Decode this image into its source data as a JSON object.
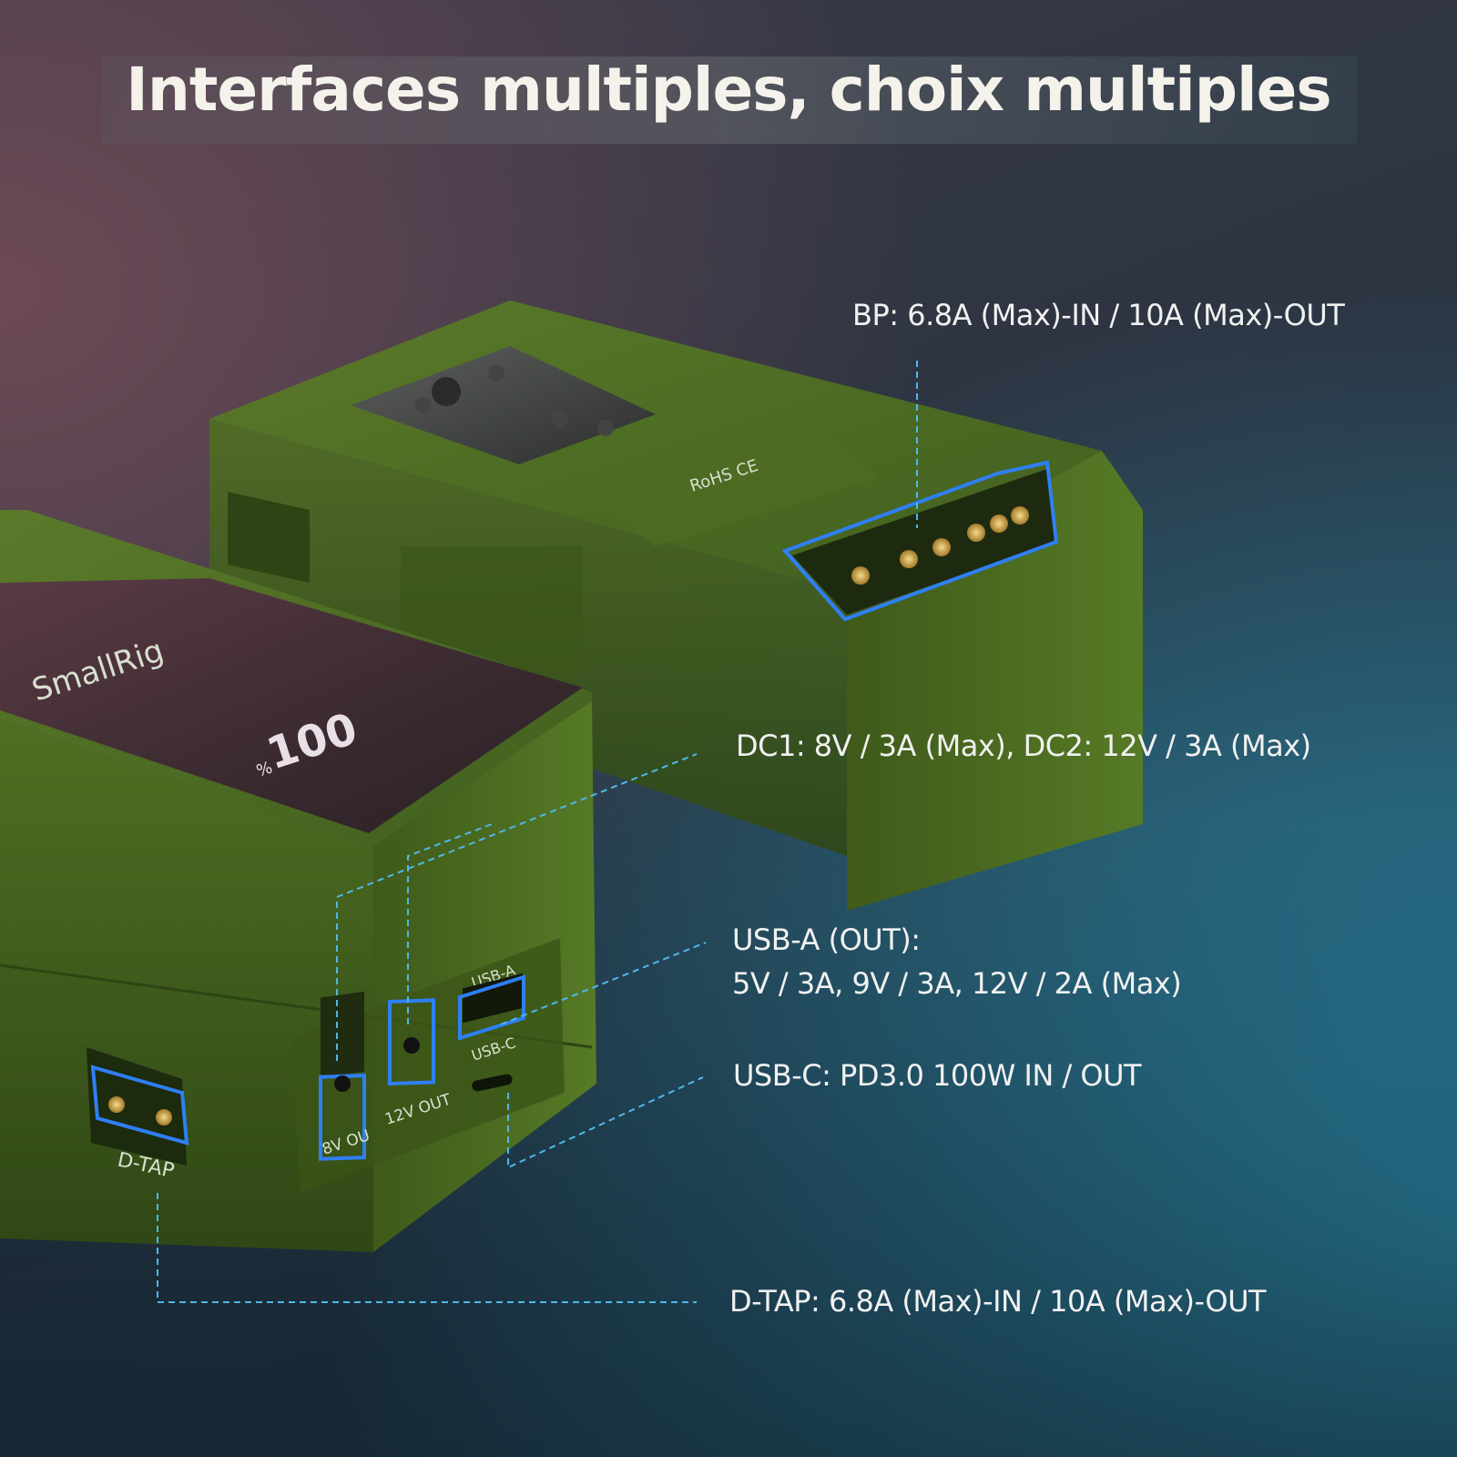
{
  "title": "Interfaces multiples, choix multiples",
  "callouts": {
    "bp": "BP: 6.8A (Max)-IN / 10A (Max)-OUT",
    "dc": "DC1: 8V / 3A (Max), DC2: 12V / 3A (Max)",
    "usba_line1": "USB-A (OUT):",
    "usba_line2": "5V / 3A, 9V / 3A, 12V / 2A (Max)",
    "usbc": "USB-C: PD3.0 100W IN / OUT",
    "dtap": "D-TAP: 6.8A (Max)-IN / 10A (Max)-OUT"
  },
  "device": {
    "brand": "SmallRig",
    "display_value": "100",
    "display_unit": "%",
    "port_labels": {
      "dc1": "8V OU",
      "dc2": "12V OUT",
      "usba": "USB-A",
      "usbc": "USB-C",
      "dtap": "D-TAP"
    },
    "cert_mark": "RoHS CE"
  },
  "colors": {
    "body_green": "#4a6a22",
    "highlight_blue": "#2f7ff5",
    "dash_line": "#4fb8e8"
  }
}
